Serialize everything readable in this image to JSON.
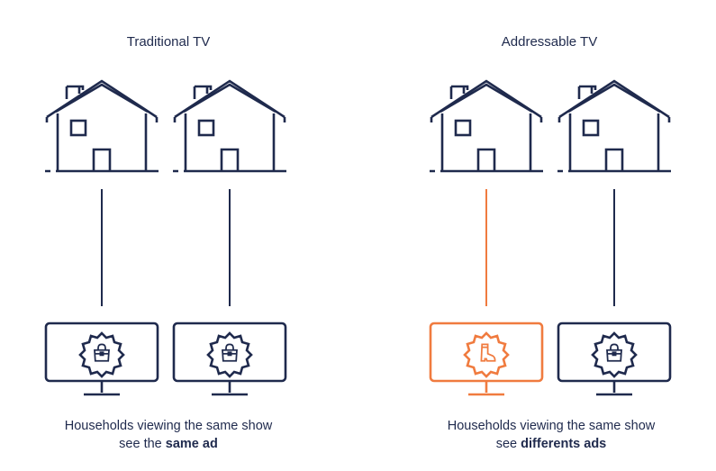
{
  "colors": {
    "navy": "#1f2a4d",
    "orange": "#f07b3f"
  },
  "traditional": {
    "title": "Traditional TV",
    "caption_line1": "Households viewing the same show",
    "caption_line2_prefix": "see the ",
    "caption_line2_bold": "same ad",
    "ads": [
      "handbag-icon",
      "handbag-icon"
    ]
  },
  "addressable": {
    "title": "Addressable TV",
    "caption_line1": "Households viewing the same show",
    "caption_line2_prefix": "see ",
    "caption_line2_bold": "differents ads",
    "ads": [
      "boot-icon",
      "handbag-icon"
    ]
  }
}
